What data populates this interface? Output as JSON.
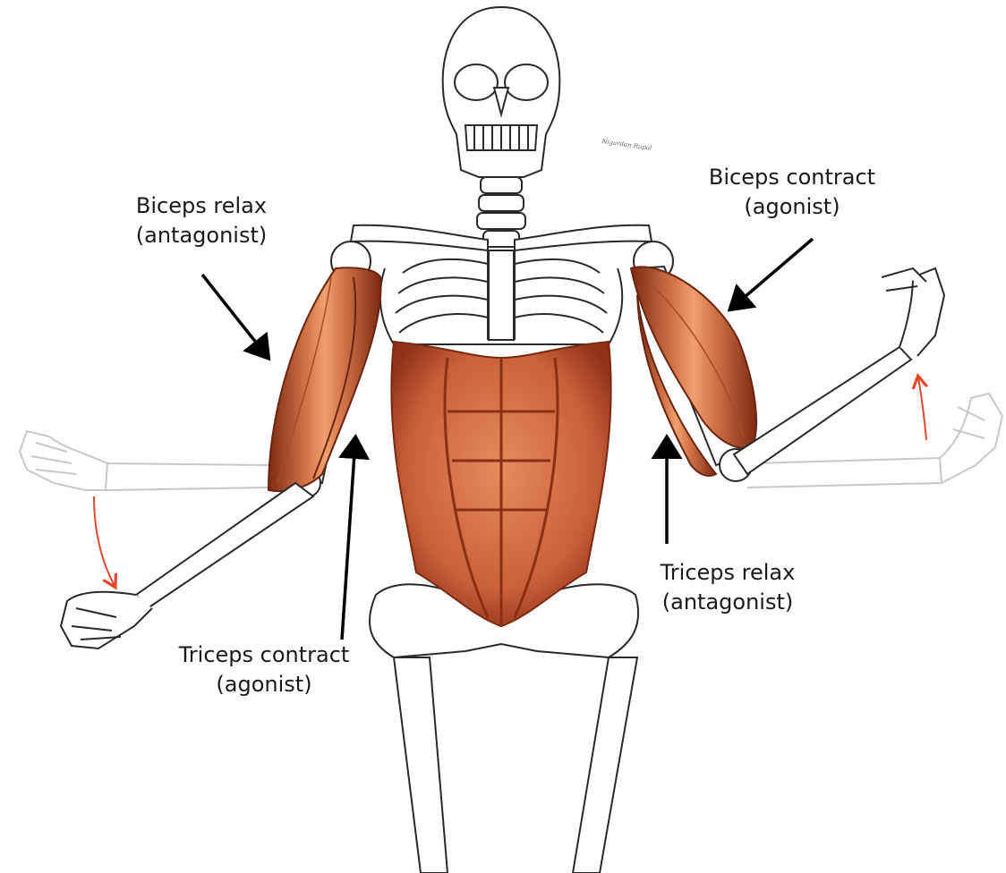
{
  "labels": {
    "biceps_relax": {
      "line1": "Biceps relax",
      "line2": "(antagonist)"
    },
    "biceps_contract": {
      "line1": "Biceps contract",
      "line2": "(agonist)"
    },
    "triceps_relax": {
      "line1": "Triceps relax",
      "line2": "(antagonist)"
    },
    "triceps_contract": {
      "line1": "Triceps contract",
      "line2": "(agonist)"
    }
  },
  "signature": "Nigardan Rupal",
  "colors": {
    "muscle": "#d97a4f",
    "muscle_dark": "#8a2e14",
    "bone_outline": "#2a2a2a",
    "motion_arrow": "#e8472a",
    "label_arrow": "#000000"
  }
}
